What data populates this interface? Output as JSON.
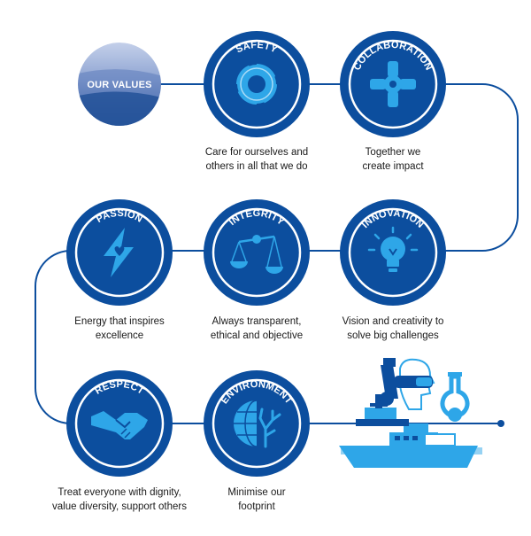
{
  "title": "OUR VALUES",
  "colors": {
    "primary": "#0c4e9e",
    "light": "#2ea6e8",
    "connector": "#0c4e9e",
    "badge_top": "#9fb2d9",
    "badge_bottom": "#1a4f96"
  },
  "values": [
    {
      "key": "safety",
      "name": "SAFETY",
      "icon": "lifebuoy-icon",
      "lines": [
        "Care for ourselves and",
        "others in all that we do"
      ]
    },
    {
      "key": "collaboration",
      "name": "COLLABORATION",
      "icon": "joined-hands-icon",
      "lines": [
        "Together we",
        "create impact"
      ]
    },
    {
      "key": "innovation",
      "name": "INNOVATION",
      "icon": "lightbulb-icon",
      "lines": [
        "Vision and creativity to",
        "solve big challenges"
      ]
    },
    {
      "key": "integrity",
      "name": "INTEGRITY",
      "icon": "balance-scale-icon",
      "lines": [
        "Always transparent,",
        "ethical and objective"
      ]
    },
    {
      "key": "passion",
      "name": "PASSION",
      "icon": "lightning-heart-icon",
      "lines": [
        "Energy that inspires",
        "excellence"
      ]
    },
    {
      "key": "respect",
      "name": "RESPECT",
      "icon": "handshake-icon",
      "lines": [
        "Treat everyone with dignity,",
        "value diversity, support others"
      ]
    },
    {
      "key": "environment",
      "name": "ENVIRONMENT",
      "icon": "globe-coral-icon",
      "lines": [
        "Minimise our",
        "footprint"
      ]
    }
  ],
  "illustration": {
    "icon": "microscope-vessel-illustration-icon"
  }
}
